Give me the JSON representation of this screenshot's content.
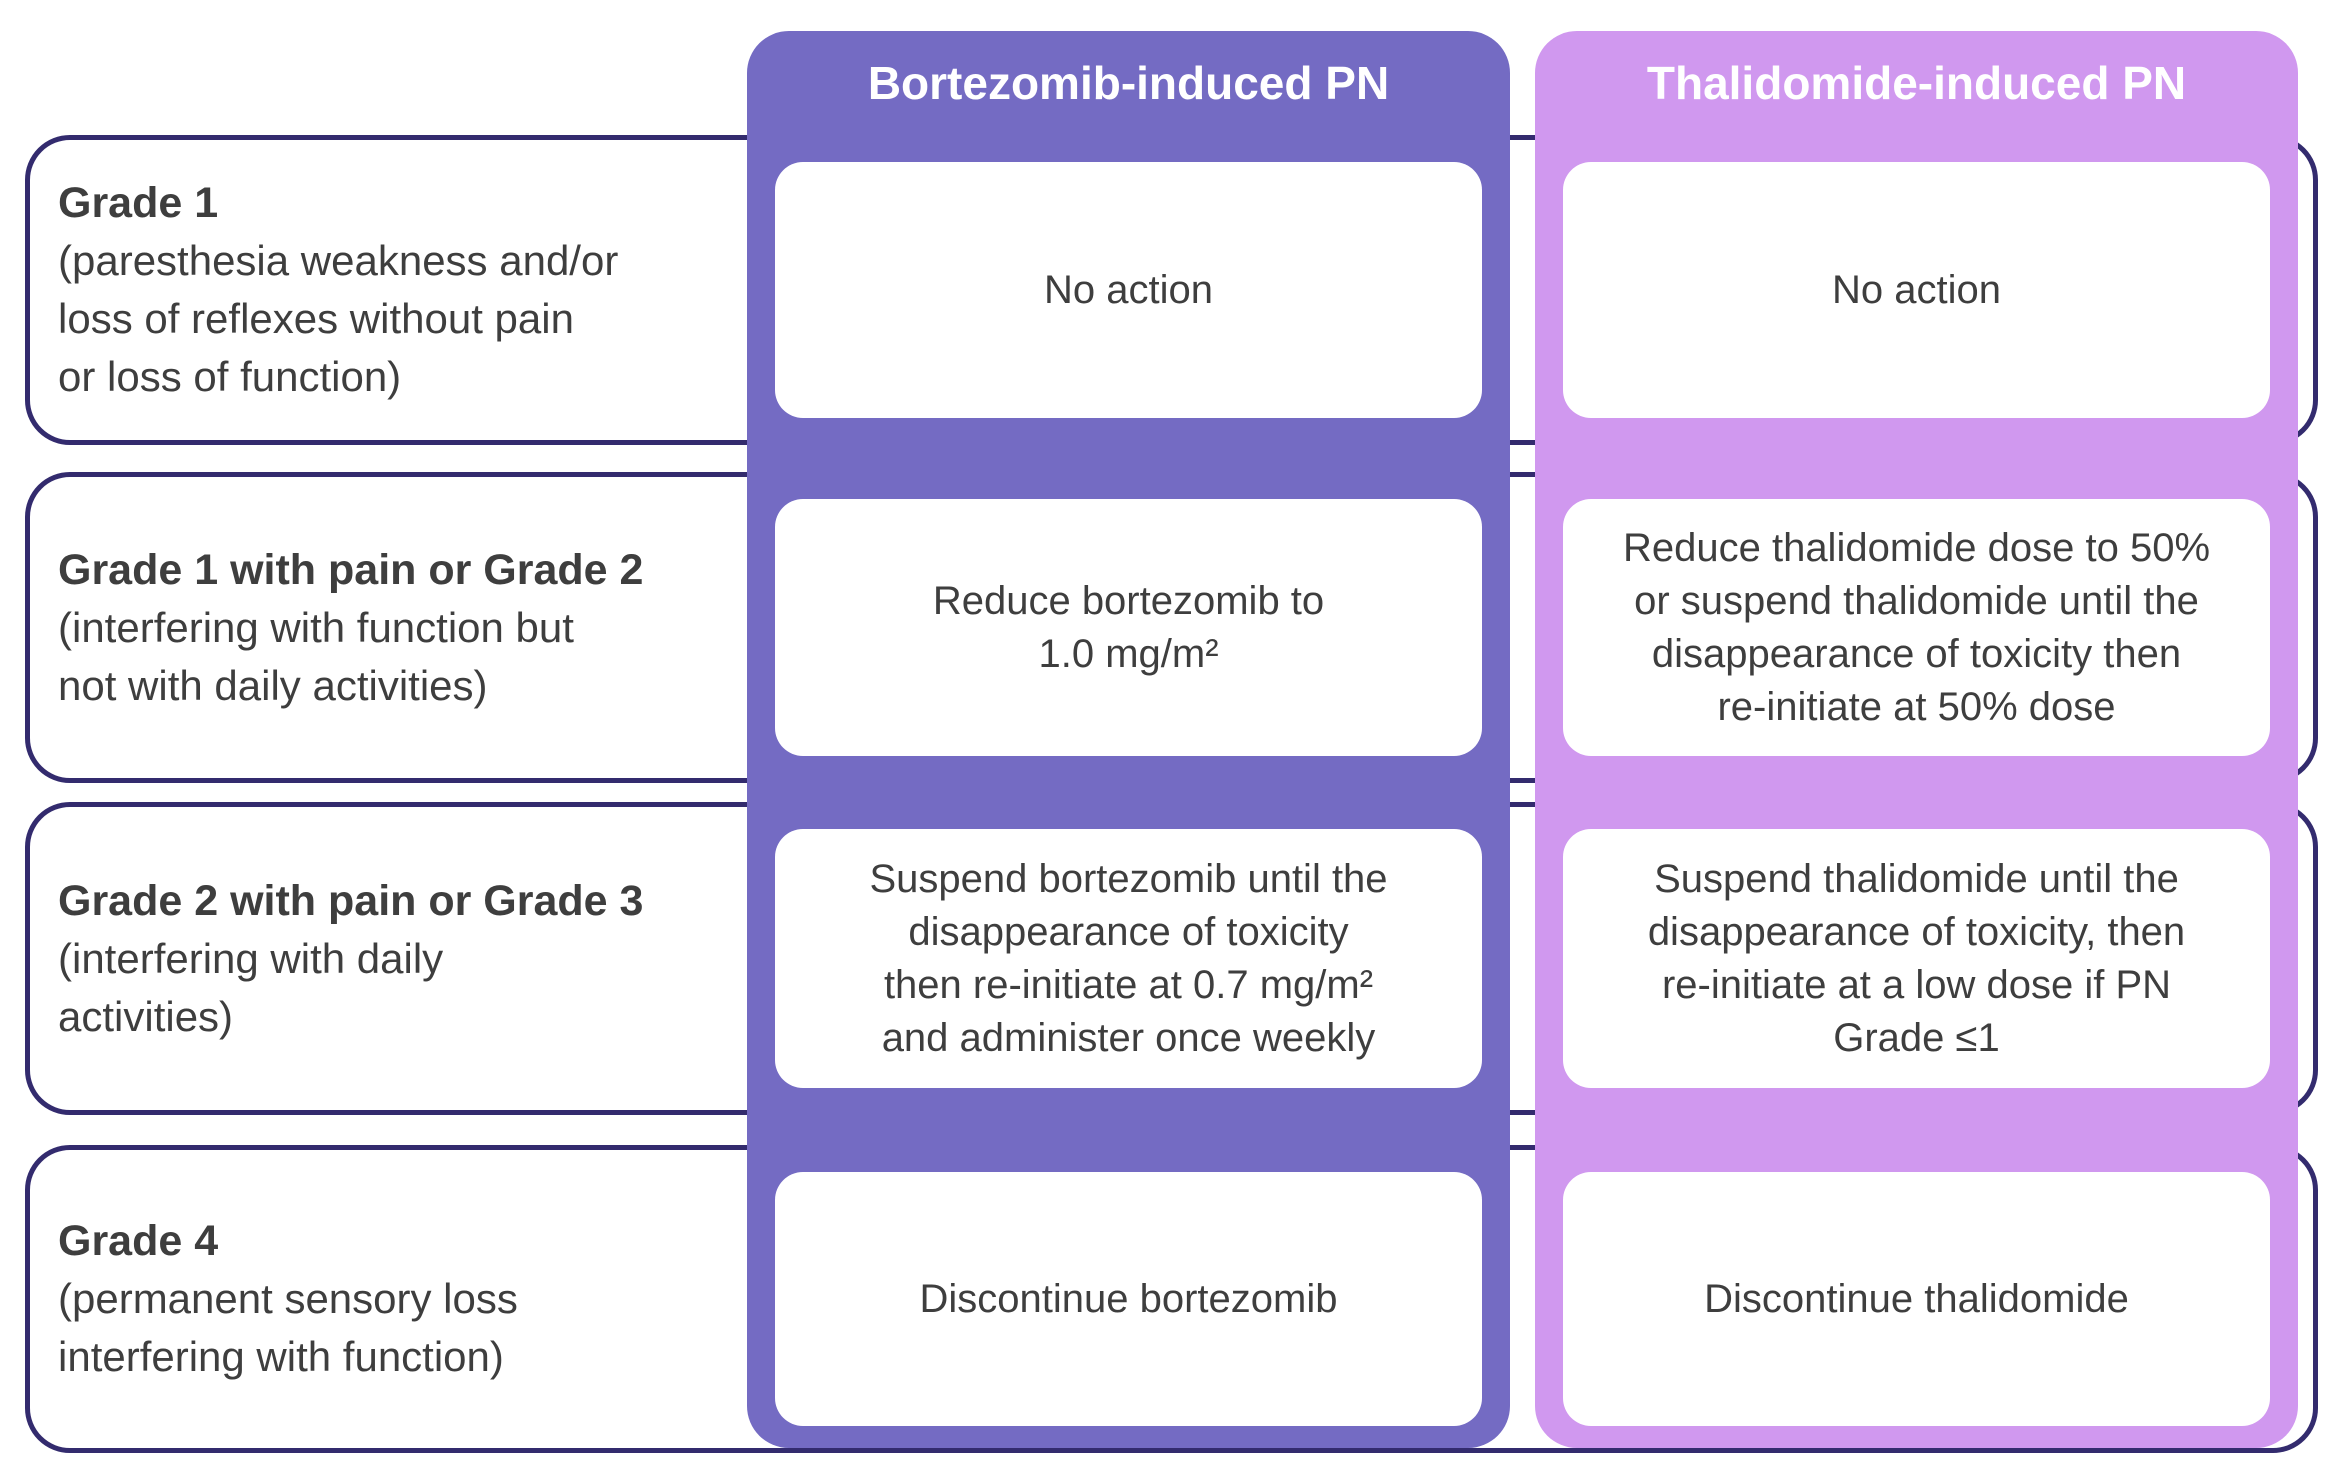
{
  "table": {
    "columns": [
      {
        "header": "Bortezomib-induced PN"
      },
      {
        "header": "Thalidomide-induced PN"
      }
    ],
    "rows": [
      {
        "grade_title": "Grade 1",
        "grade_desc": "(paresthesia weakness and/or\nloss of reflexes without pain\nor loss of function)",
        "bortezomib": "No action",
        "thalidomide": "No action"
      },
      {
        "grade_title": "Grade 1 with pain or Grade 2",
        "grade_desc": "(interfering with function but\nnot with daily activities)",
        "bortezomib": "Reduce bortezomib to\n1.0 mg/m²",
        "thalidomide": "Reduce thalidomide dose to 50%\nor suspend thalidomide until the\ndisappearance of toxicity then\nre-initiate at 50% dose"
      },
      {
        "grade_title": "Grade 2 with pain or Grade 3",
        "grade_desc": "(interfering with daily\nactivities)",
        "bortezomib": "Suspend bortezomib until the\ndisappearance of toxicity\nthen re-initiate at 0.7 mg/m²\nand administer once weekly",
        "thalidomide": "Suspend thalidomide until the\ndisappearance of toxicity, then\nre-initiate at a low dose if PN\nGrade ≤1"
      },
      {
        "grade_title": "Grade 4",
        "grade_desc": "(permanent sensory loss\ninterfering with function)",
        "bortezomib": "Discontinue bortezomib",
        "thalidomide": "Discontinue thalidomide"
      }
    ]
  },
  "colors": {
    "bortezomib_column": "#746BC3",
    "thalidomide_column": "#D098EF",
    "row_border": "#332B6E",
    "body_text": "#3E3E3E",
    "header_text": "#FFFFFF",
    "cell_background": "#FFFFFF"
  }
}
